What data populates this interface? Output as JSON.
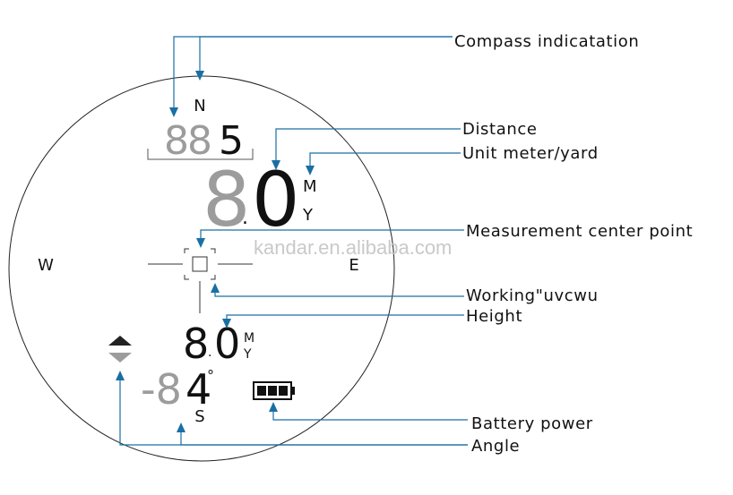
{
  "compass": {
    "north": "N",
    "south": "S",
    "west": "W",
    "east": "E",
    "heading_dim": "88",
    "heading_digit": "5"
  },
  "distance": {
    "int": "8",
    "dot": ".",
    "dec": "0",
    "unit_m": "M",
    "unit_y": "Y"
  },
  "height": {
    "int": "8",
    "dot": ".",
    "dec": "0",
    "unit_m": "M",
    "unit_y": "Y"
  },
  "angle": {
    "dim": "-8",
    "value": "4",
    "degree": "°"
  },
  "watermark": "kandar.en.alibaba.com",
  "callouts": {
    "compass": "Compass indicatation",
    "distance": "Distance",
    "unit": "Unit meter/yard",
    "center": "Measurement center point",
    "working": "Working\"uvcwu",
    "height": "Height",
    "battery": "Battery power",
    "angle": "Angle"
  },
  "colors": {
    "accent": "#1a6fa3",
    "digit_dim": "#9c9c9c",
    "digit_dark": "#111111"
  }
}
